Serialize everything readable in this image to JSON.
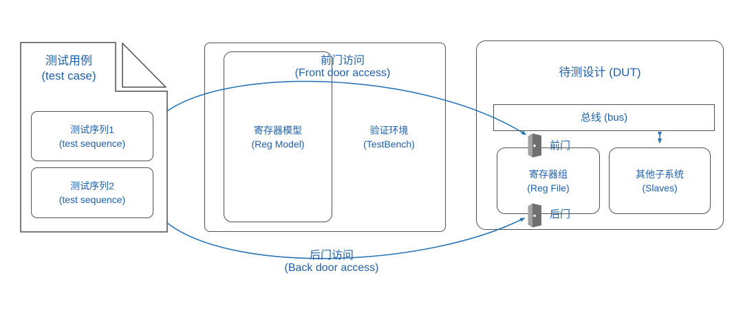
{
  "colors": {
    "text_blue": "#1e5fa9",
    "arrow_blue": "#2673b5",
    "box_border": "#4d4d4d",
    "door_leaf_gray": "#707070",
    "door_edge_gray": "#a3a3a3"
  },
  "icons": {
    "front_door": "door-open-icon",
    "back_door": "door-open-icon"
  },
  "test_case": {
    "title_zh": "测试用例",
    "title_en": "(test case)",
    "sequences": [
      {
        "line1": "测试序列1",
        "line2": "(test sequence)"
      },
      {
        "line1": "测试序列2",
        "line2": "(test sequence)"
      }
    ]
  },
  "front_access": {
    "label_zh": "前门访问",
    "label_en": "(Front door access)"
  },
  "back_access": {
    "label_zh": "后门访问",
    "label_en": "(Back door access)"
  },
  "middle": {
    "reg_model_zh": "寄存器模型",
    "reg_model_en": "(Reg Model)",
    "testbench_zh": "验证环境",
    "testbench_en": "(TestBench)"
  },
  "dut": {
    "title": "待测设计 (DUT)",
    "bus_label": "总线 (bus)",
    "front_door_label": "前门",
    "back_door_label": "后门",
    "reg_file_zh": "寄存器组",
    "reg_file_en": "(Reg File)",
    "slaves_zh": "其他子系统",
    "slaves_en": "(Slaves)"
  }
}
